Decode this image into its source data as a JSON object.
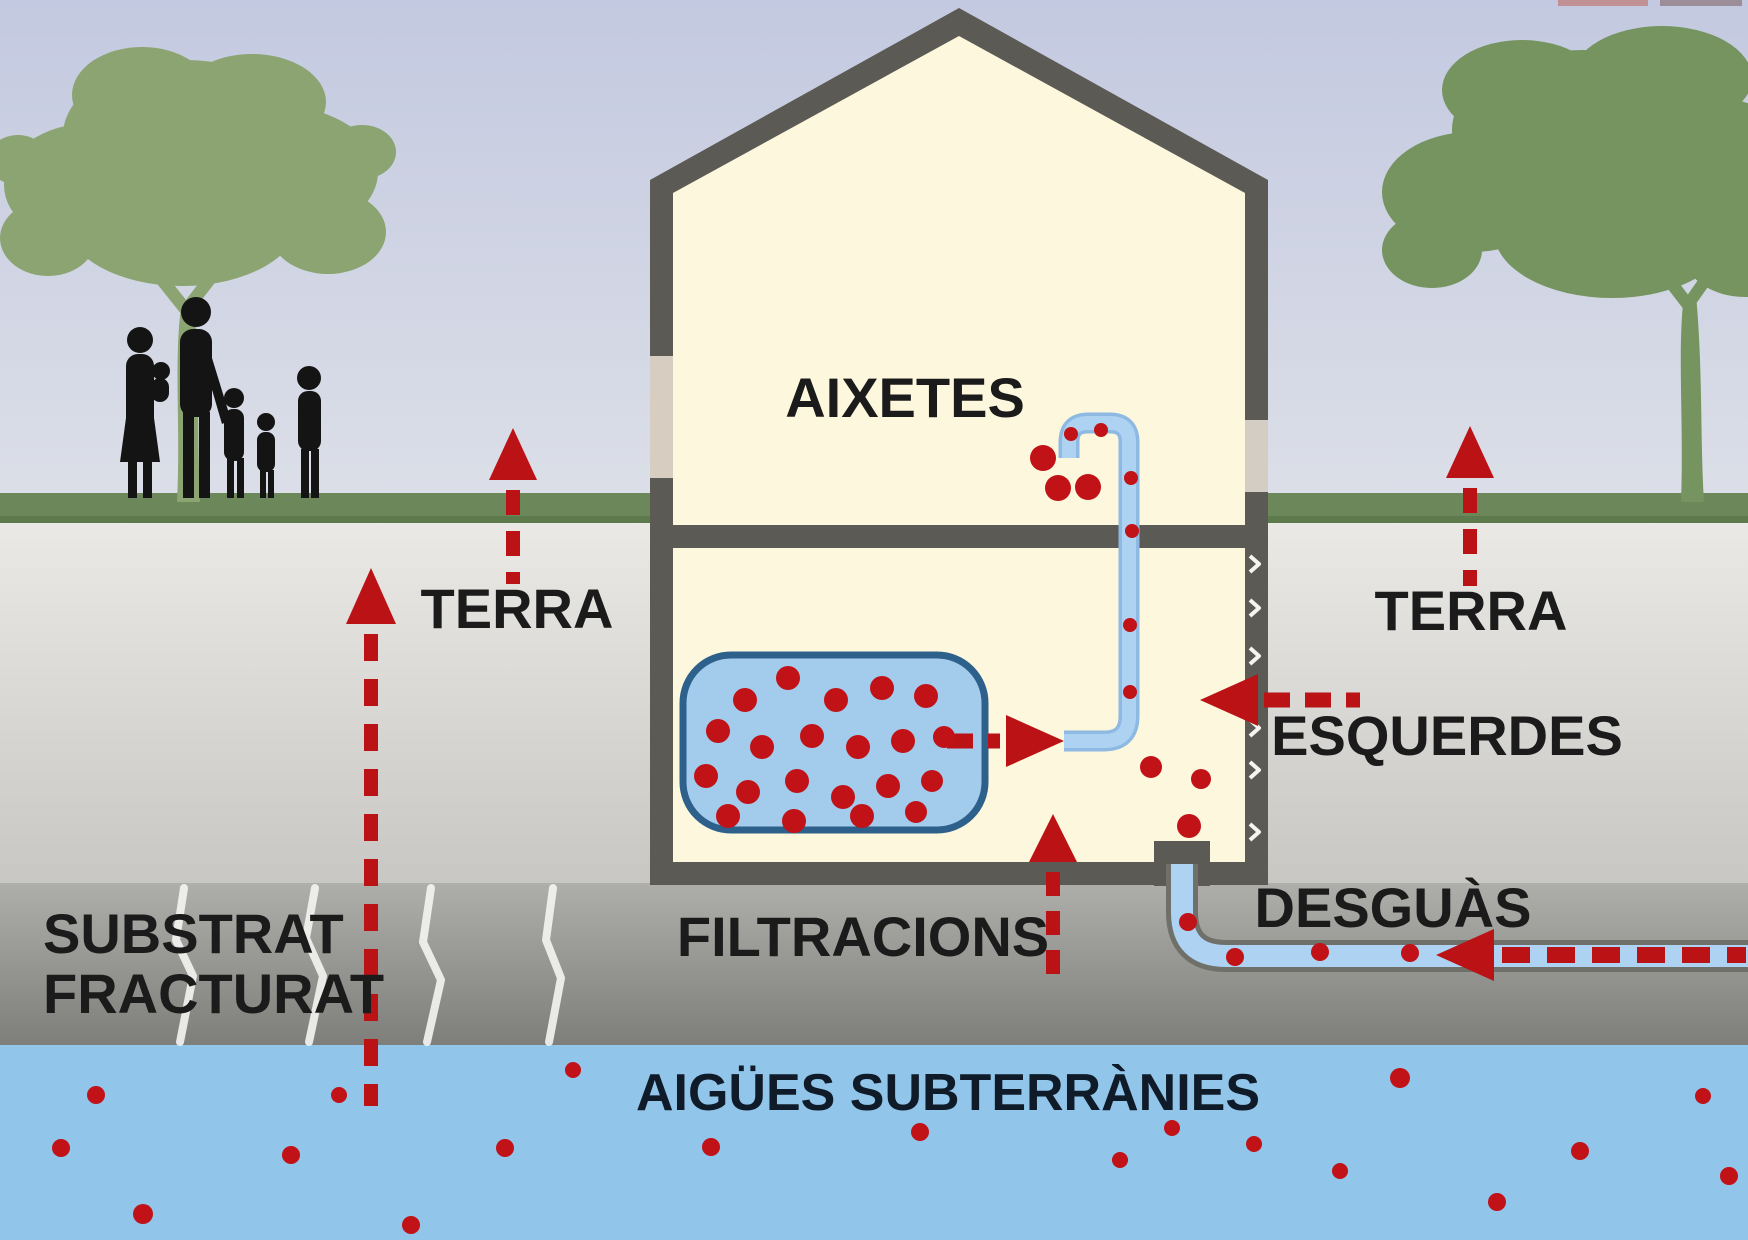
{
  "labels": {
    "aixetes": "AIXETES",
    "terra_left": "TERRA",
    "terra_right": "TERRA",
    "esquerdes": "ESQUERDES",
    "filtracions": "FILTRACIONS",
    "desguas": "DESGUÀS",
    "substrat_line1": "SUBSTRAT",
    "substrat_line2": "FRACTURAT",
    "aigues_subterranies": "AIGÜES SUBTERRÀNIES"
  },
  "colors": {
    "sky_top": "#c3c9e0",
    "sky_bottom": "#dde0e8",
    "grass": "#6c885a",
    "grass_edge": "#5d7a4c",
    "ground_top": "#eae9e5",
    "ground_bottom": "#c8c7c3",
    "band_top": "#aeaeaa",
    "band_bottom": "#7e7e7a",
    "water": "#92c5ea",
    "wall": "#5c5a54",
    "interior": "#fdf8dd",
    "wall_window": "#d7cec1",
    "tank_fill": "#a3cbec",
    "tank_border": "#2e608c",
    "pipe_fill": "#aed3f2",
    "pipe_border": "#8db9e2",
    "drain_casing": "#70706a",
    "arrow_red": "#bb1216",
    "dot_red": "#c01217",
    "tree_left": "#8ba471",
    "tree_right": "#75945f",
    "silhouette": "#141414",
    "crack_white": "#f4f4f2"
  },
  "dots": {
    "faucet_spray": [
      [
        1043,
        458,
        13
      ],
      [
        1058,
        488,
        13
      ],
      [
        1088,
        487,
        13
      ],
      [
        1071,
        434,
        7
      ],
      [
        1101,
        430,
        7
      ]
    ],
    "supply_pipe": [
      [
        1131,
        478,
        7
      ],
      [
        1132,
        531,
        7
      ],
      [
        1130,
        625,
        7
      ],
      [
        1130,
        692,
        7
      ]
    ],
    "basement": [
      [
        1151,
        767,
        11
      ],
      [
        1201,
        779,
        10
      ],
      [
        1189,
        826,
        12
      ]
    ],
    "tank": [
      [
        745,
        700,
        12
      ],
      [
        788,
        678,
        12
      ],
      [
        836,
        700,
        12
      ],
      [
        882,
        688,
        12
      ],
      [
        926,
        696,
        12
      ],
      [
        718,
        731,
        12
      ],
      [
        762,
        747,
        12
      ],
      [
        812,
        736,
        12
      ],
      [
        858,
        747,
        12
      ],
      [
        903,
        741,
        12
      ],
      [
        944,
        737,
        11
      ],
      [
        706,
        776,
        12
      ],
      [
        748,
        792,
        12
      ],
      [
        797,
        781,
        12
      ],
      [
        843,
        797,
        12
      ],
      [
        888,
        786,
        12
      ],
      [
        932,
        781,
        11
      ],
      [
        728,
        816,
        12
      ],
      [
        794,
        821,
        12
      ],
      [
        862,
        816,
        12
      ],
      [
        916,
        812,
        11
      ]
    ],
    "drain_pipe": [
      [
        1188,
        922,
        9
      ],
      [
        1235,
        957,
        9
      ],
      [
        1320,
        952,
        9
      ],
      [
        1410,
        953,
        9
      ]
    ],
    "groundwater": [
      [
        96,
        1095,
        9
      ],
      [
        61,
        1148,
        9
      ],
      [
        143,
        1214,
        10
      ],
      [
        291,
        1155,
        9
      ],
      [
        339,
        1095,
        8
      ],
      [
        411,
        1225,
        9
      ],
      [
        505,
        1148,
        9
      ],
      [
        573,
        1070,
        8
      ],
      [
        711,
        1147,
        9
      ],
      [
        920,
        1132,
        9
      ],
      [
        1120,
        1160,
        8
      ],
      [
        1172,
        1128,
        8
      ],
      [
        1254,
        1144,
        8
      ],
      [
        1340,
        1171,
        8
      ],
      [
        1400,
        1078,
        10
      ],
      [
        1497,
        1202,
        9
      ],
      [
        1580,
        1151,
        9
      ],
      [
        1703,
        1096,
        8
      ],
      [
        1729,
        1176,
        9
      ]
    ]
  }
}
